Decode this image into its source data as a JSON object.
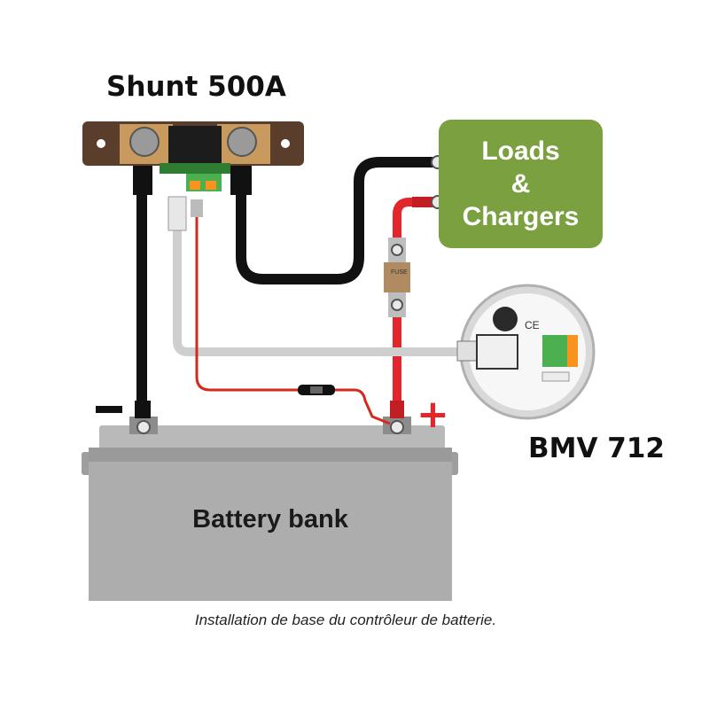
{
  "diagram": {
    "shunt_title": "Shunt 500A",
    "loads_line1": "Loads",
    "loads_line2": "&",
    "loads_line3": "Chargers",
    "bmv_title": "BMV 712",
    "battery_label": "Battery bank",
    "minus_sign": "−",
    "plus_sign": "+",
    "fuse_label": "FUSE",
    "ce_mark": "CE",
    "caption": "Installation de base du contrôleur de batterie."
  },
  "colors": {
    "loads_box": "#7aa040",
    "positive": "#e3262b",
    "negative": "#111111",
    "signal_cable": "#cfcfcf",
    "battery": "#a9a9a9",
    "shunt_base": "#5a3d2b",
    "shunt_bar": "#c99a5e"
  },
  "icons": [
    "shunt-icon",
    "bmv-monitor-icon",
    "fuse-icon",
    "battery-icon"
  ]
}
